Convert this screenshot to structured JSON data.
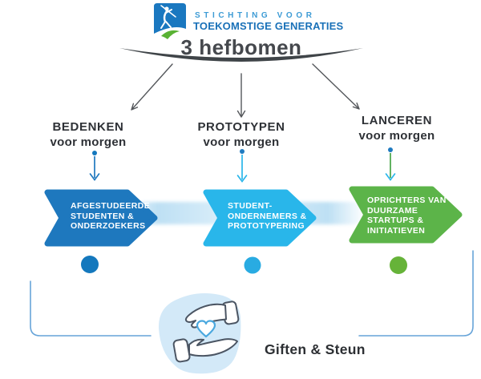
{
  "brand": {
    "name_line1": "STICHTING VOOR",
    "name_line2": "TOEKOMSTIGE GENERATIES"
  },
  "title": "3 hefbomen",
  "columns": [
    {
      "heading": "BEDENKEN",
      "subheading": "voor morgen",
      "box_label": "AFGESTUDEERDE\nSTUDENTEN &\nONDERZOEKERS",
      "color": "#1e78be",
      "dot_color": "#1478bd",
      "stem_color": "#1e78be",
      "head_color": "#1e78be"
    },
    {
      "heading": "PROTOTYPEN",
      "subheading": "voor morgen",
      "box_label": "STUDENT-\nONDERNEMERS &\nPROTOTYPERING",
      "color": "#29b6ea",
      "dot_color": "#29abe2",
      "stem_color": "#29b6ea",
      "head_color": "#29b6ea"
    },
    {
      "heading": "LANCEREN",
      "subheading": "voor morgen",
      "box_label": "OPRICHTERS VAN\nDUURZAME\nSTARTUPS &\nINITIATIEVEN",
      "color": "#5cb449",
      "dot_color": "#66b339",
      "stem_color": "#46a546",
      "head_color": "#29b6ea"
    }
  ],
  "footer": {
    "label": "Giften & Steun"
  },
  "icons": {
    "logo_icon": "leaping-figure-with-green-swoosh",
    "footer_icon": "hands-holding-heart"
  },
  "colors": {
    "brand_light_blue": "#3d9bd5",
    "brand_dark_blue": "#1a71b8",
    "brand_logo_blue": "#1a78c0",
    "logo_green": "#59b234",
    "title_gray": "#45484d",
    "arc_gray": "#3f4448",
    "connector_gray": "#54575b",
    "small_dot_blue": "#1f7ac0",
    "bracket_blue": "#67a4d9",
    "band_blue": "#cfe8f7",
    "blob_blue": "#d3e9f8",
    "heart_outline": "#4aa8df",
    "hand_outline": "#4b5563",
    "text_dark": "#2e3136",
    "box_text_white": "#ffffff"
  }
}
